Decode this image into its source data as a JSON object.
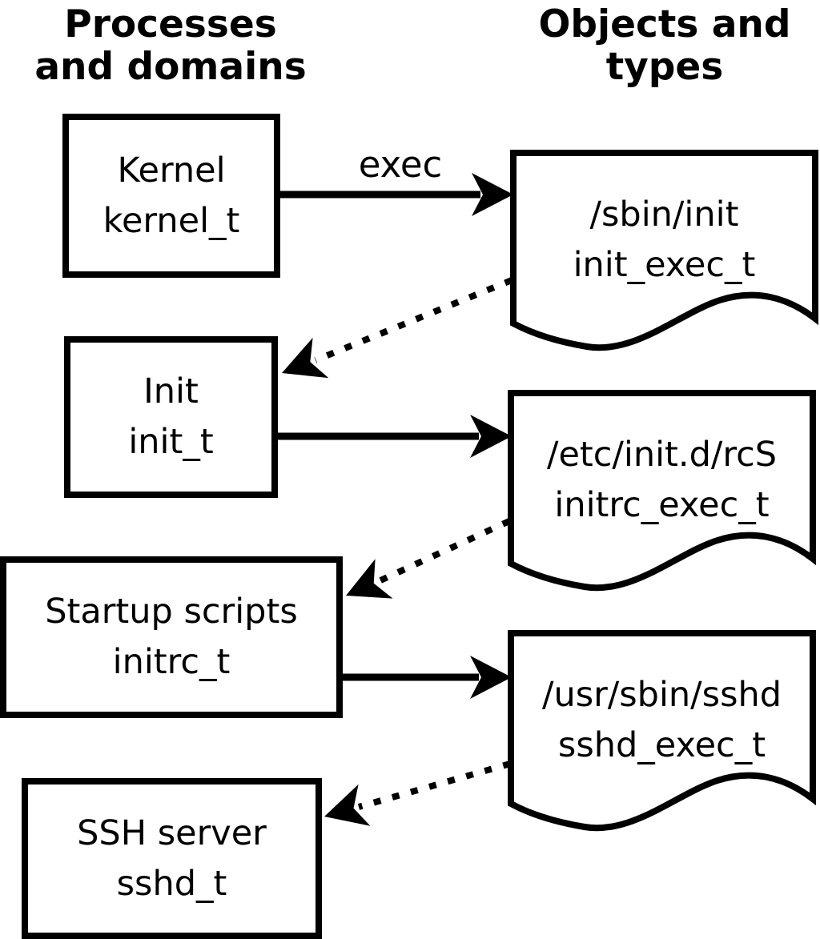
{
  "columns": {
    "left": {
      "line1": "Processes",
      "line2": "and domains"
    },
    "right": {
      "line1": "Objects and",
      "line2": "types"
    }
  },
  "arrow_label": "exec",
  "processes": [
    {
      "name": "Kernel",
      "domain": "kernel_t"
    },
    {
      "name": "Init",
      "domain": "init_t"
    },
    {
      "name": "Startup scripts",
      "domain": "initrc_t"
    },
    {
      "name": "SSH server",
      "domain": "sshd_t"
    }
  ],
  "objects": [
    {
      "path": "/sbin/init",
      "type": "init_exec_t"
    },
    {
      "path": "/etc/init.d/rcS",
      "type": "initrc_exec_t"
    },
    {
      "path": "/usr/sbin/sshd",
      "type": "sshd_exec_t"
    }
  ],
  "colors": {
    "foreground": "#000000",
    "background": "#ffffff"
  }
}
